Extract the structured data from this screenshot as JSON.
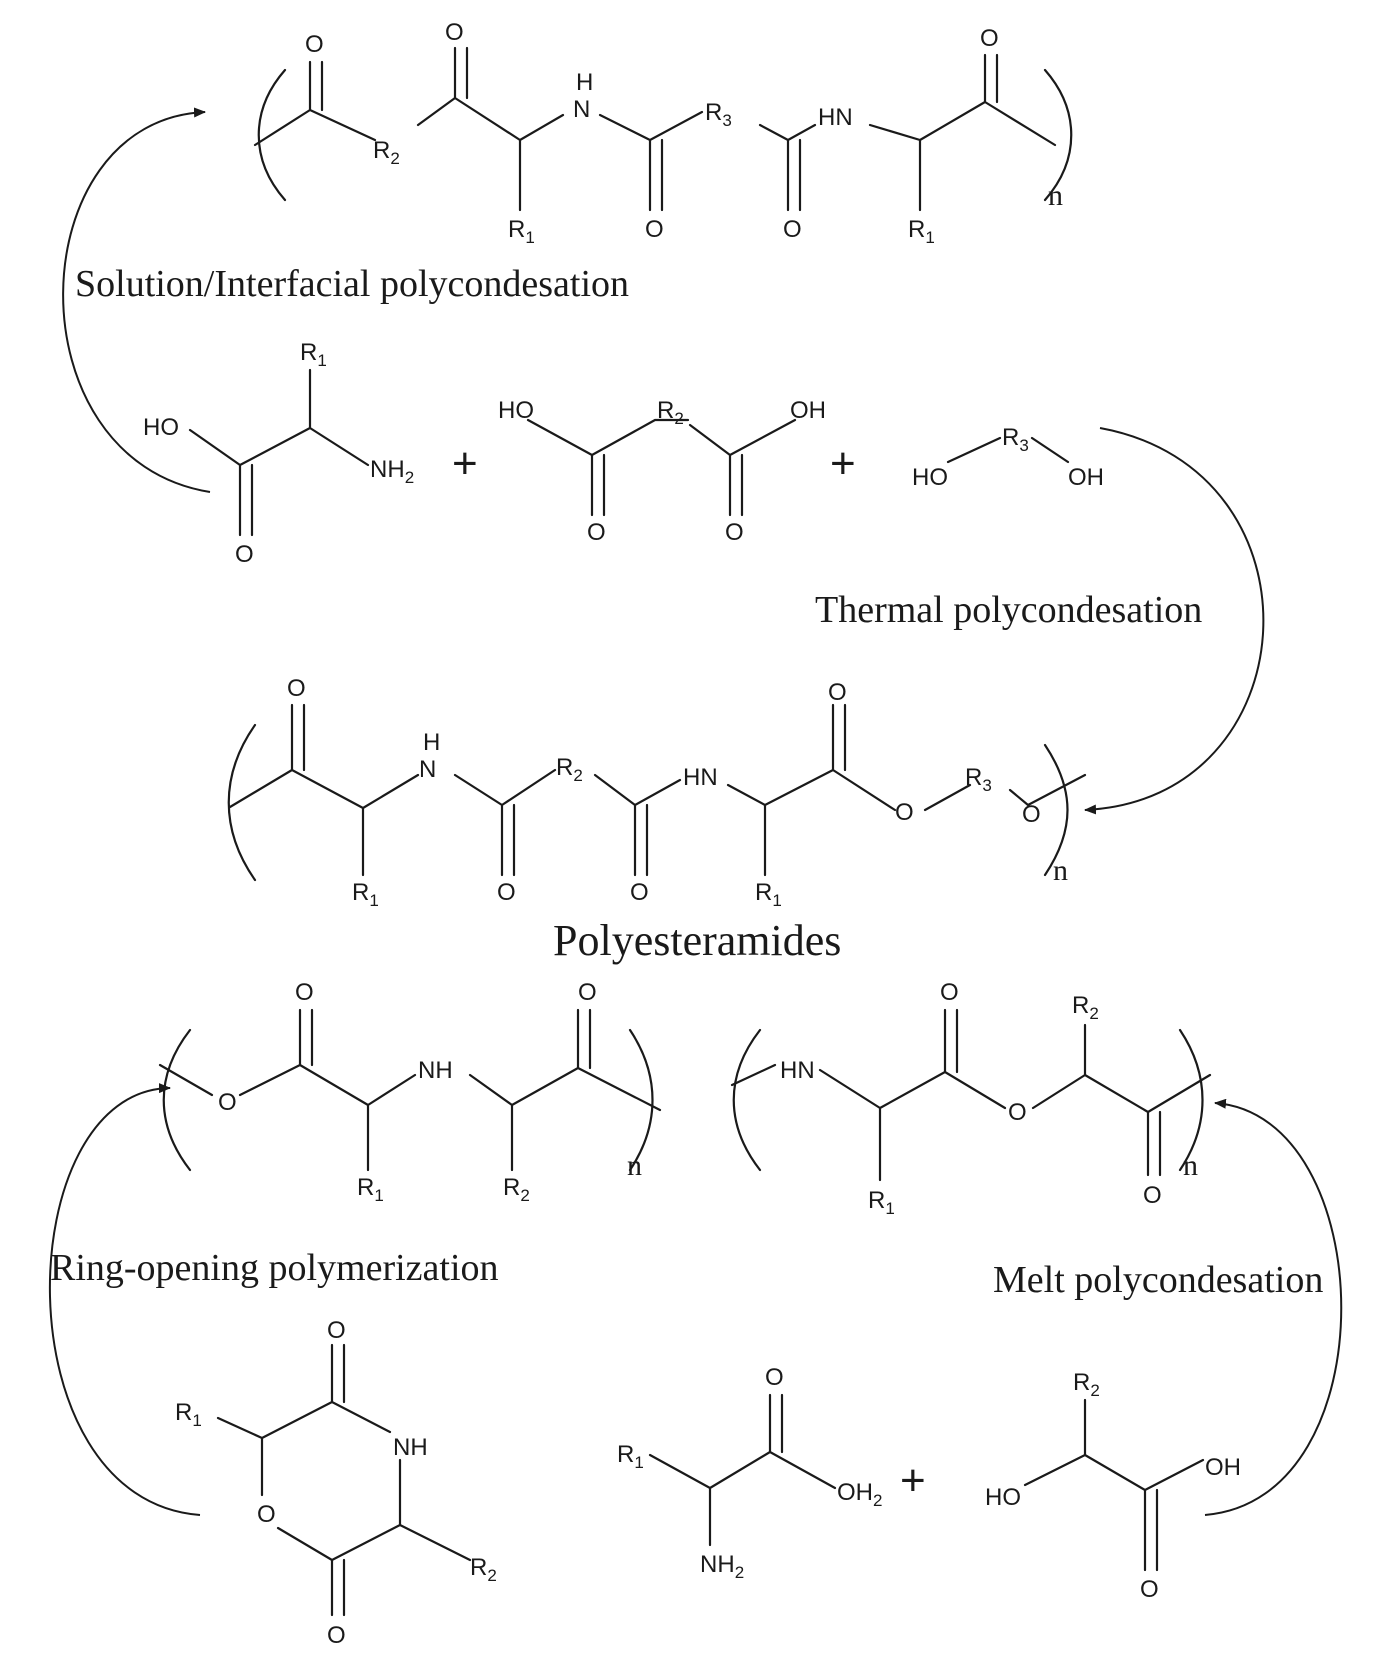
{
  "labels": {
    "solution": "Solution/Interfacial polycondesation",
    "thermal": "Thermal polycondesation",
    "title": "Polyesteramides",
    "ring_opening": "Ring-opening polymerization",
    "melt": "Melt polycondesation"
  },
  "repeat_index": "n",
  "plus": "+",
  "atoms": {
    "O": "O",
    "H": "H",
    "HN": "HN",
    "NH": "NH",
    "HO": "HO",
    "OH": "OH",
    "N": "N",
    "R": "R",
    "sub1": "1",
    "sub2": "2",
    "sub3": "3"
  }
}
